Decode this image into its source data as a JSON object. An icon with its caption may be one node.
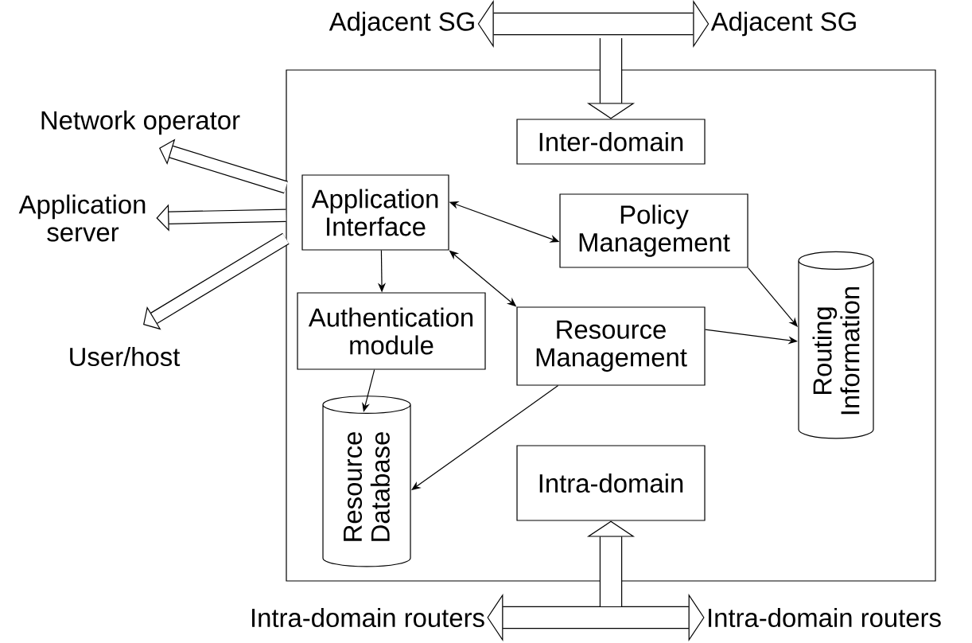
{
  "diagram": {
    "nodes": [
      {
        "text": [],
        "shape": "box"
      },
      {
        "text": [
          "Inter-domain"
        ],
        "in": 0
      },
      {
        "text": [
          "Application Interface"
        ],
        "in": 0
      },
      {
        "text": [
          "Policy Management"
        ],
        "in": 0
      },
      {
        "text": [
          "Authentication module"
        ],
        "in": 0
      },
      {
        "text": [
          "Resource Management"
        ],
        "in": 0
      },
      {
        "text": [
          "Routing Information"
        ],
        "in": 0
      },
      {
        "text": [
          "Resource Database"
        ],
        "in": 0
      },
      {
        "text": [
          "Intra-domain"
        ],
        "in": 0
      },
      {
        "text": [
          "Network operator"
        ]
      },
      {
        "text": [
          "Application server"
        ]
      },
      {
        "text": [
          "User/host"
        ]
      },
      {
        "text": [
          "Adjacent SG"
        ]
      },
      {
        "text": [
          "Adjacent SG"
        ]
      },
      {
        "text": [
          "Intra-domain routers"
        ]
      },
      {
        "text": [
          "Intra-domain routers"
        ]
      }
    ],
    "edges": [
      {
        "from": 2,
        "to": 3,
        "arrow": "both"
      },
      {
        "from": 2,
        "to": 4,
        "arrow": "to"
      },
      {
        "from": 2,
        "to": 5,
        "arrow": "both"
      },
      {
        "from": 3,
        "to": 6,
        "arrow": "to"
      },
      {
        "from": 5,
        "to": 6,
        "arrow": "to"
      },
      {
        "from": 4,
        "to": 7,
        "arrow": "to"
      },
      {
        "from": 5,
        "to": 7,
        "arrow": "to"
      },
      {
        "from": 0,
        "to": 9,
        "arrow": "to",
        "style": "thick"
      },
      {
        "from": 0,
        "to": 10,
        "arrow": "to",
        "style": "thick"
      },
      {
        "from": 0,
        "to": 11,
        "arrow": "to",
        "style": "thick"
      },
      {
        "from": 12,
        "to": 13,
        "arrow": "both",
        "style": "thick"
      },
      {
        "from": null,
        "to": 1,
        "arrow": "to",
        "style": "thick"
      },
      {
        "from": 14,
        "to": 15,
        "arrow": "both",
        "style": "thick"
      },
      {
        "from": null,
        "to": 8,
        "arrow": "to",
        "style": "thick"
      }
    ]
  }
}
